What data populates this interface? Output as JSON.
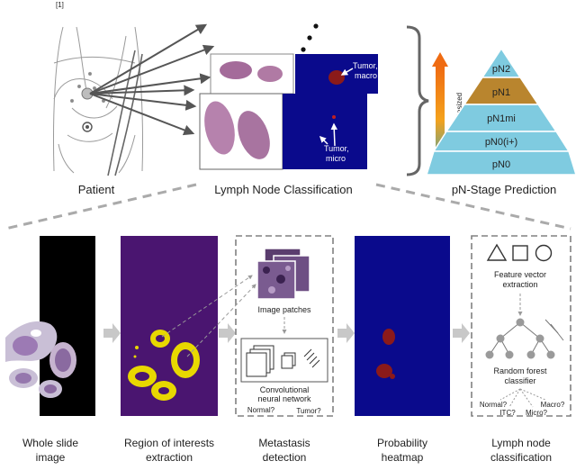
{
  "top": {
    "reference_mark": "[1]",
    "patient_label": "Patient",
    "lymph_node_label": "Lymph Node Classification",
    "pn_stage_label": "pN-Stage Prediction",
    "tumor_macro_1": "Tumor,",
    "tumor_macro_2": "macro",
    "tumor_micro_1": "Tumor,",
    "tumor_micro_2": "micro",
    "metastasized_label": "Metastasized",
    "pyramid_levels": [
      "pN2",
      "pN1",
      "pN1mi",
      "pN0(i+)",
      "pN0"
    ]
  },
  "bottom": {
    "steps": [
      {
        "line1": "Whole slide",
        "line2": "image"
      },
      {
        "line1": "Region of interests",
        "line2": "extraction"
      },
      {
        "line1": "Metastasis",
        "line2": "detection"
      },
      {
        "line1": "Probability",
        "line2": "heatmap"
      },
      {
        "line1": "Lymph node",
        "line2": "classification"
      }
    ],
    "image_patches": "Image patches",
    "cnn_line1": "Convolutional",
    "cnn_line2": "neural network",
    "normal_q": "Normal?",
    "tumor_q": "Tumor?",
    "feature_line1": "Feature vector",
    "feature_line2": "extraction",
    "rf_line1": "Random forest",
    "rf_line2": "classifier",
    "class_normal": "Normal?",
    "class_itc": "ITC?",
    "class_micro": "Micro?",
    "class_macro": "Macro?"
  },
  "colors": {
    "navy": "#0a0a8c",
    "purple": "#4a1570",
    "tumor_red": "#8b1a1a",
    "yellow": "#e8d800",
    "pyramid_light": "#7fcbe0",
    "pyramid_highlight": "#b9852e",
    "arrow_gray": "#555555",
    "dash_gray": "#808080"
  }
}
